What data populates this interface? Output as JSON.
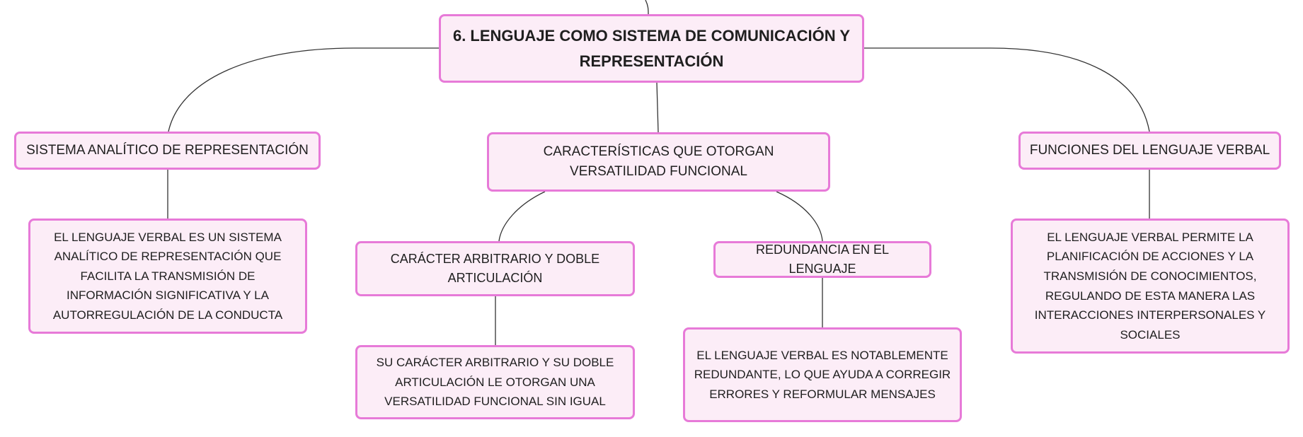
{
  "colors": {
    "node_fill": "#fcedf7",
    "node_border": "#e77ad8",
    "connector": "#333333"
  },
  "root": {
    "label": "6. LENGUAJE COMO SISTEMA DE COMUNICACIÓN Y REPRESENTACIÓN"
  },
  "branches": [
    {
      "label": "SISTEMA ANALÍTICO DE REPRESENTACIÓN",
      "detail": "EL LENGUAJE VERBAL ES UN SISTEMA ANALÍTICO DE REPRESENTACIÓN QUE FACILITA LA TRANSMISIÓN DE INFORMACIÓN SIGNIFICATIVA Y LA AUTORREGULACIÓN DE LA CONDUCTA"
    },
    {
      "label": "CARACTERÍSTICAS QUE OTORGAN VERSATILIDAD FUNCIONAL",
      "children": [
        {
          "label": "CARÁCTER ARBITRARIO Y DOBLE ARTICULACIÓN",
          "detail": "SU CARÁCTER ARBITRARIO Y SU DOBLE ARTICULACIÓN LE OTORGAN UNA VERSATILIDAD FUNCIONAL SIN IGUAL"
        },
        {
          "label": "REDUNDANCIA EN EL LENGUAJE",
          "detail": "EL LENGUAJE VERBAL ES NOTABLEMENTE REDUNDANTE, LO QUE AYUDA A CORREGIR ERRORES Y REFORMULAR MENSAJES"
        }
      ]
    },
    {
      "label": "FUNCIONES DEL LENGUAJE VERBAL",
      "detail": "EL LENGUAJE VERBAL PERMITE LA PLANIFICACIÓN DE ACCIONES Y LA TRANSMISIÓN DE CONOCIMIENTOS, REGULANDO DE ESTA MANERA LAS INTERACCIONES INTERPERSONALES Y SOCIALES"
    }
  ]
}
